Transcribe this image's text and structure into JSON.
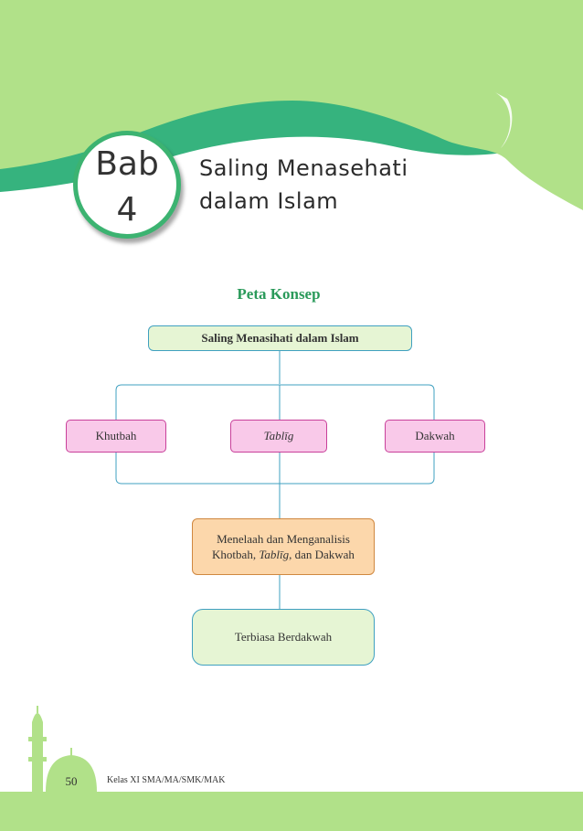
{
  "chapter": {
    "word": "Bab",
    "number": "4",
    "title_line_1": "Saling Menasehati",
    "title_line_2": "dalam Islam"
  },
  "concept_map": {
    "heading": "Peta Konsep",
    "root": "Saling Menasihati dalam Islam",
    "branches": [
      "Khutbah",
      "Tablīg",
      "Dakwah"
    ],
    "analysis_line_1": "Menelaah dan Menganalisis",
    "analysis_line_2_a": "Khotbah, ",
    "analysis_line_2_b": "Tablīg",
    "analysis_line_2_c": ", dan Dakwah",
    "outcome": "Terbiasa Berdakwah"
  },
  "footer": {
    "page_number": "50",
    "book_label": "Kelas XI SMA/MA/SMK/MAK"
  },
  "colors": {
    "header_light_green": "#b1e189",
    "header_dark_green": "#36b37e",
    "accent_green": "#2a9a5a",
    "branch_pink": "#f9c9e9",
    "analysis_orange": "#fcd7ab",
    "connector_blue": "#3fa0c0"
  },
  "icons": [
    "mosque-silhouette-icon"
  ]
}
